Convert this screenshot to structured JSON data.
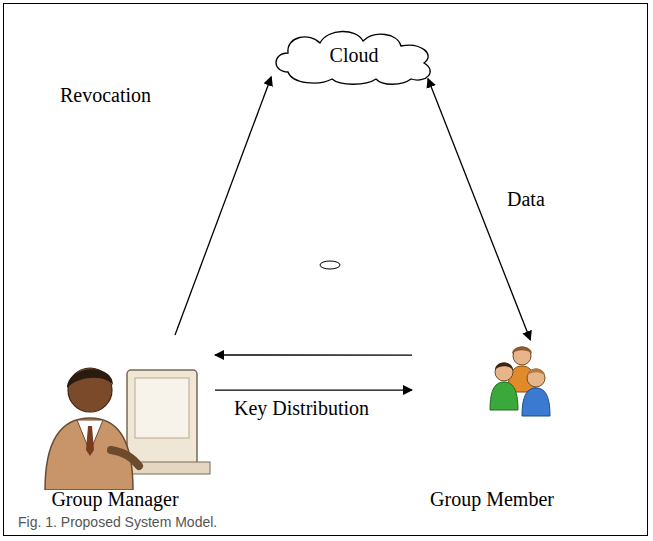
{
  "diagram": {
    "caption": "Fig. 1. Proposed System Model.",
    "nodes": [
      {
        "text": [
          "Cloud"
        ]
      },
      {
        "text": [
          "Group Manager"
        ]
      },
      {
        "text": [
          "Group Member"
        ]
      }
    ],
    "edges": [
      {
        "from": 1,
        "to": 0,
        "arrow": "to",
        "label": "Revocation"
      },
      {
        "from": 0,
        "to": 2,
        "arrow": "both",
        "label": "Data"
      },
      {
        "from": 2,
        "to": 1,
        "arrow": "to"
      },
      {
        "from": 1,
        "to": 2,
        "arrow": "to",
        "label": "Key Distribution"
      }
    ]
  }
}
